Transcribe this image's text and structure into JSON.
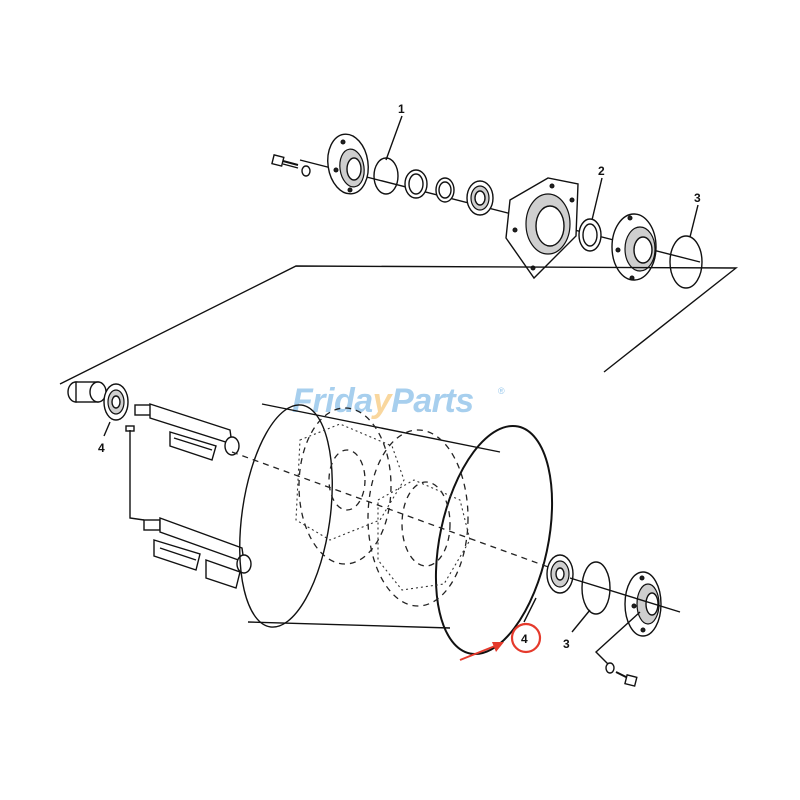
{
  "watermark": {
    "text": "FridayParts",
    "registered": "®",
    "color": "#2f8fd8",
    "accent": "#f2a21b"
  },
  "callouts": {
    "top_1": "1",
    "top_2": "2",
    "top_3": "3",
    "left_4": "4",
    "bottom_3": "3",
    "bottom_4_highlight": "4"
  },
  "highlight": {
    "color": "#e53a2c",
    "icon": "arrow-pointer"
  }
}
